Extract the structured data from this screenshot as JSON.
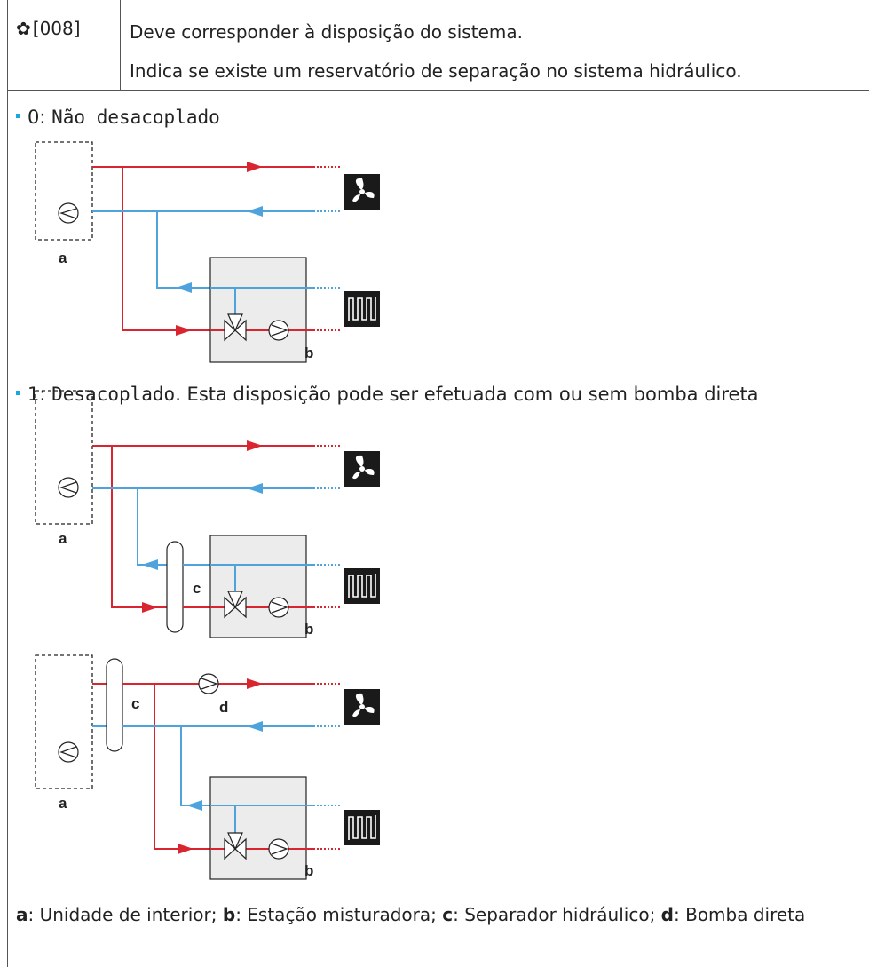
{
  "header": {
    "code": "[008]",
    "line1": "Deve corresponder à disposição do sistema.",
    "line2": "Indica se existe um reservatório de separação no sistema hidráulico."
  },
  "options": {
    "opt0_num": "0:",
    "opt0_name": "Não desacoplado",
    "opt1_num": "1:",
    "opt1_name": "Desacoplado",
    "opt1_desc": ". Esta disposição pode ser efetuada com ou sem bomba direta"
  },
  "diagram_labels": {
    "a": "a",
    "b": "b",
    "c": "c",
    "d": "d"
  },
  "legend": {
    "a_key": "a",
    "a_text": ": Unidade de interior; ",
    "b_key": "b",
    "b_text": ": Estação misturadora; ",
    "c_key": "c",
    "c_text": ": Separador hidráulico; ",
    "d_key": "d",
    "d_text": ": Bomba direta"
  },
  "colors": {
    "supply": "#d9252f",
    "return": "#4fa3dc",
    "box": "#ececec"
  }
}
